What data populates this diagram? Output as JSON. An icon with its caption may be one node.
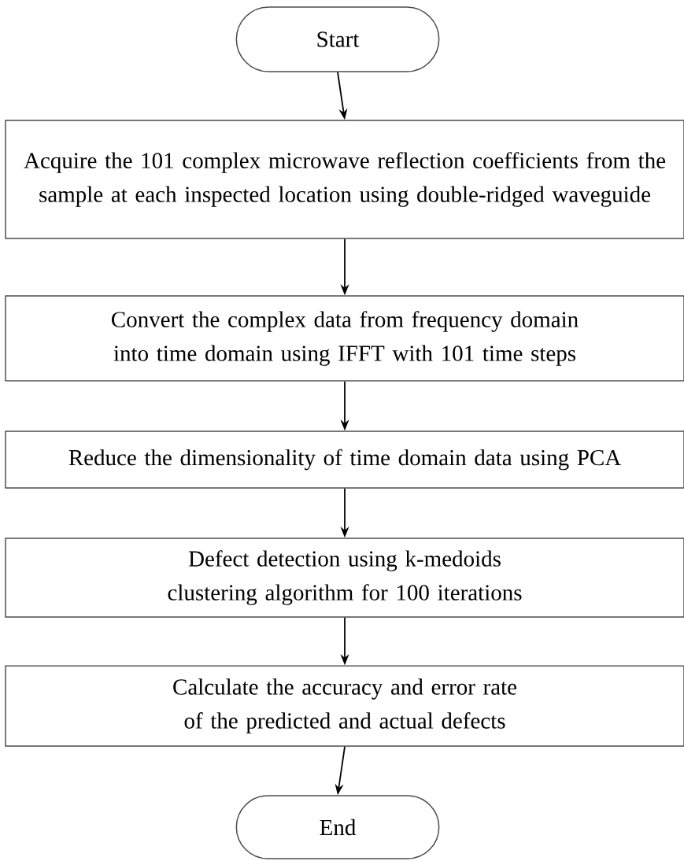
{
  "diagram": {
    "nodes": [
      {
        "text": [
          "Start"
        ]
      },
      {
        "text": [
          "Acquire the 101 complex microwave reflection coefficients from the sample at each inspected location using double-ridged waveguide"
        ]
      },
      {
        "text": [
          "Convert the complex data from frequency domain into time domain using IFFT with 101 time steps"
        ]
      },
      {
        "text": [
          "Reduce the dimensionality of time domain data using PCA"
        ]
      },
      {
        "text": [
          "Defect detection using k-medoids clustering algorithm for 100 iterations"
        ]
      },
      {
        "text": [
          "Calculate the accuracy and error rate of the predicted and actual defects"
        ]
      },
      {
        "text": [
          "End"
        ]
      }
    ],
    "edges": [
      {
        "from": 0,
        "to": 1,
        "arrow": "to"
      },
      {
        "from": 1,
        "to": 2,
        "arrow": "to"
      },
      {
        "from": 2,
        "to": 3,
        "arrow": "to"
      },
      {
        "from": 3,
        "to": 4,
        "arrow": "to"
      },
      {
        "from": 4,
        "to": 5,
        "arrow": "to"
      },
      {
        "from": 5,
        "to": 6,
        "arrow": "to"
      }
    ]
  }
}
